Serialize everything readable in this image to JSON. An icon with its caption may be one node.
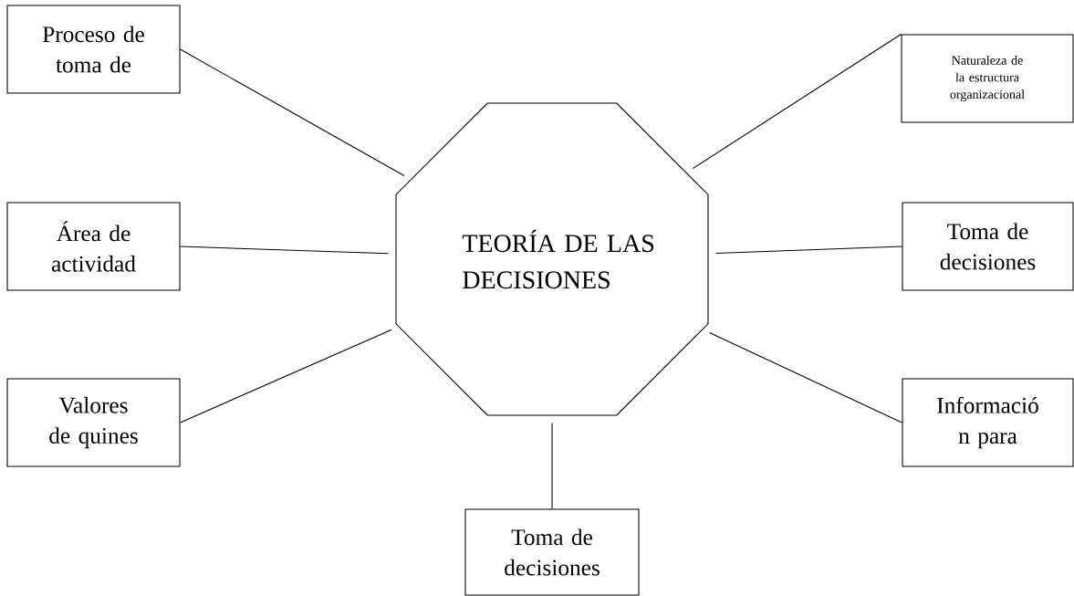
{
  "diagram": {
    "nodes": [
      {
        "text": [
          "TEORÍA DE LAS DECISIONES"
        ]
      },
      {
        "text": [
          "Proceso de toma de"
        ]
      },
      {
        "text": [
          "Naturaleza de la estructura organizacional"
        ]
      },
      {
        "text": [
          "Área de actividad"
        ]
      },
      {
        "text": [
          "Toma de decisiones"
        ]
      },
      {
        "text": [
          "Valores de quines"
        ]
      },
      {
        "text": [
          "Informació n para"
        ]
      },
      {
        "text": [
          "Toma de decisiones"
        ]
      }
    ],
    "edges": [
      {
        "from": 0,
        "to": 1,
        "arrow": "none"
      },
      {
        "from": 0,
        "to": 2,
        "arrow": "none"
      },
      {
        "from": 0,
        "to": 3,
        "arrow": "none"
      },
      {
        "from": 0,
        "to": 4,
        "arrow": "none"
      },
      {
        "from": 0,
        "to": 5,
        "arrow": "none"
      },
      {
        "from": 0,
        "to": 6,
        "arrow": "none"
      },
      {
        "from": 0,
        "to": 7,
        "arrow": "none"
      }
    ]
  }
}
